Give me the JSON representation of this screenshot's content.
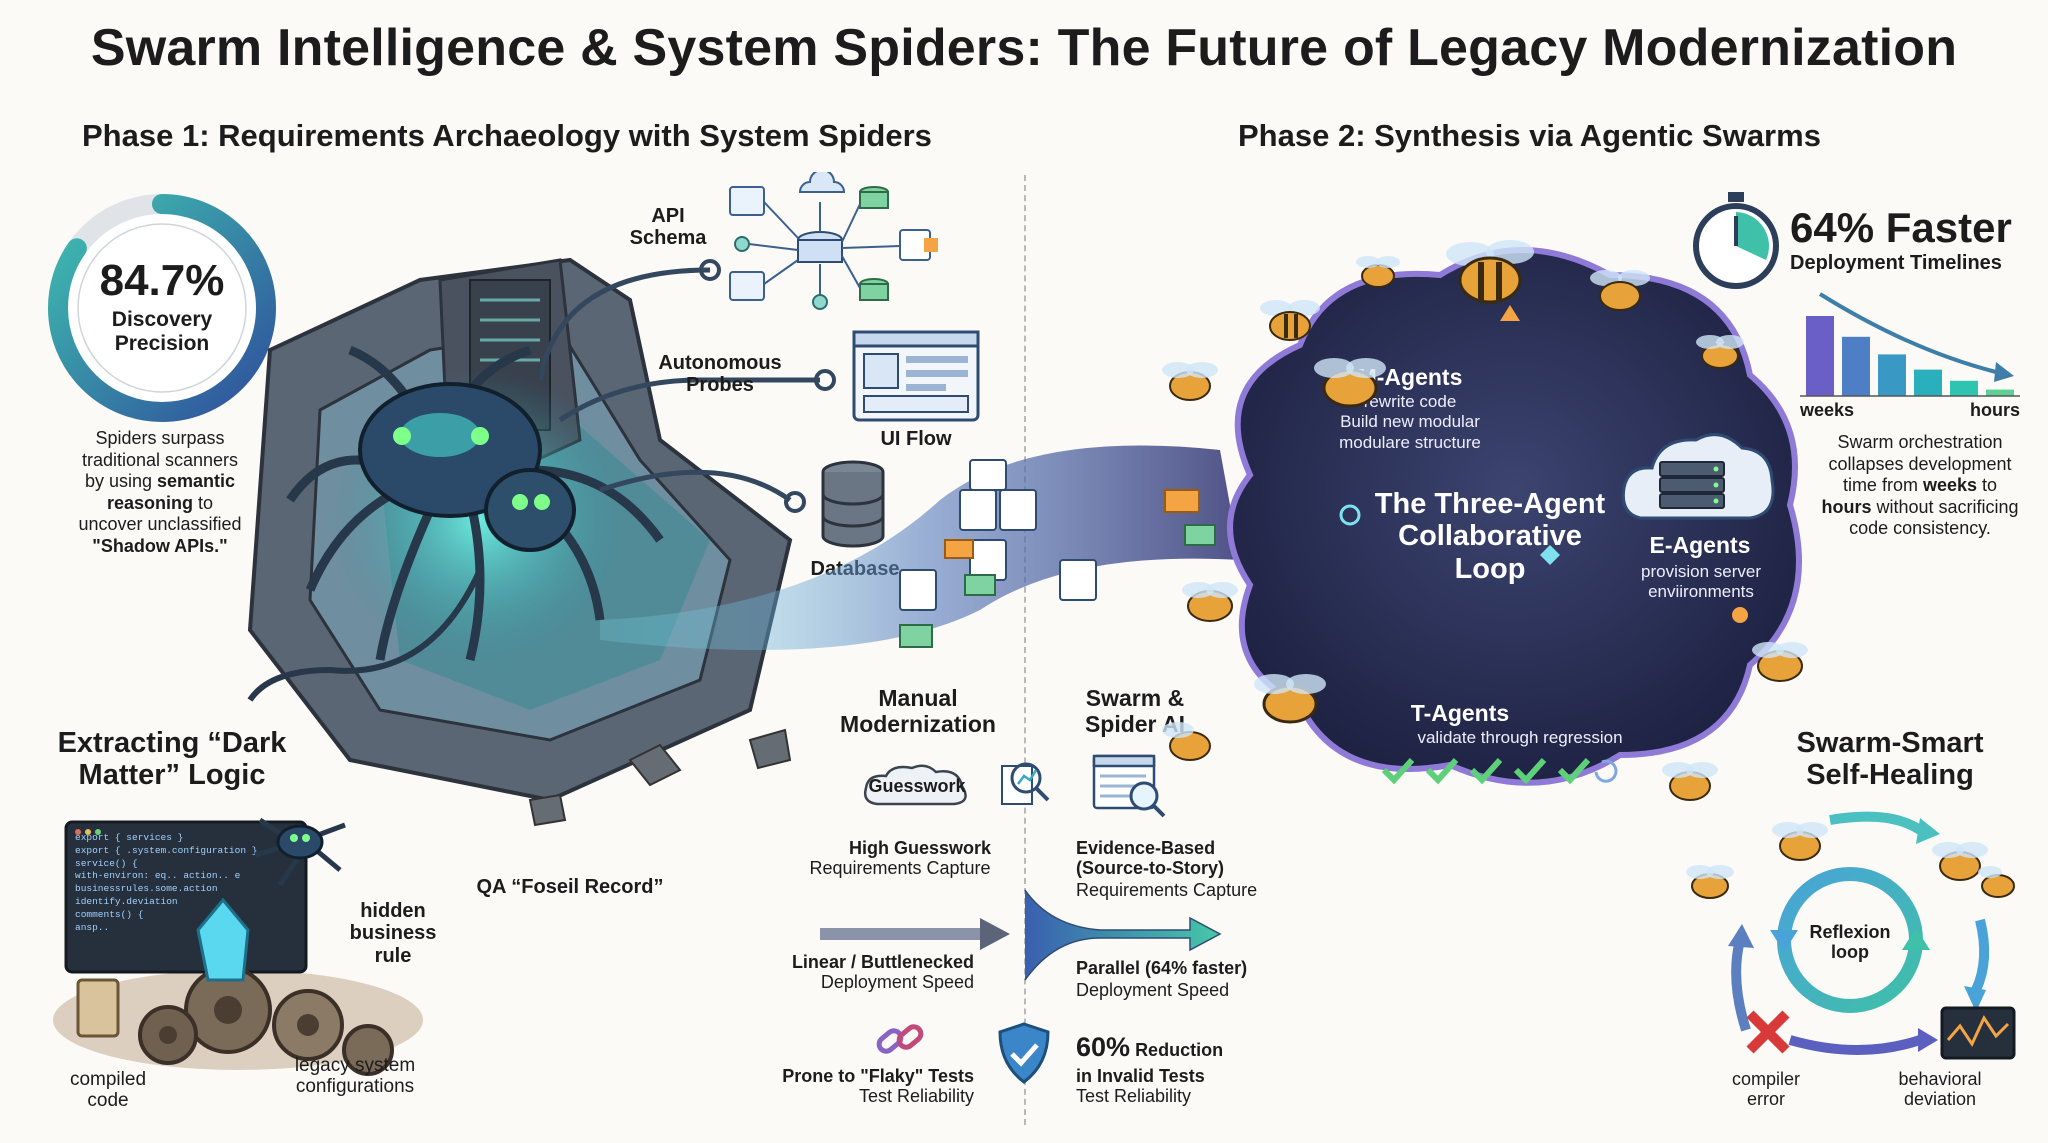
{
  "title": "Swarm Intelligence & System Spiders: The Future of Legacy Modernization",
  "phase1": {
    "heading": "Phase 1: Requirements Archaeology with System Spiders",
    "ring": {
      "value": "84.7%",
      "label": "Discovery Precision",
      "fraction": 0.847,
      "note_lines": [
        "Spiders surpass",
        "traditional scanners",
        "by using"
      ],
      "note_bold1": "semantic",
      "note_mid": "reasoning",
      "note_after": "to",
      "note_line5": "uncover unclassified",
      "note_bold2": "\"Shadow APIs.\""
    },
    "api_schema": "API Schema",
    "autonomous_probes": "Autonomous Probes",
    "ui_flow": "UI Flow",
    "database": "Database",
    "qa_record": "QA “Foseil Record”",
    "dark_matter": "Extracting “Dark Matter” Logic",
    "hidden_rule": "hidden business rule",
    "compiled_code": "compiled code",
    "legacy_configs": "legacy system configurations",
    "code_lines": [
      "export { services }",
      "export { .system.configuration }",
      "",
      "service() {",
      "  with-environ: eq.. action.. e",
      "  businessrules.some.action",
      "  identify.deviation",
      "",
      "comments() {",
      "  ansp.."
    ]
  },
  "comparison": {
    "manual_title": "Manual Modernization",
    "swarm_title": "Swarm & Spider AI",
    "guesswork_badge": "Guesswork",
    "high_guesswork": "High Guesswork",
    "req_capture_left": "Requirements Capture",
    "evidence_based": "Evidence-Based (Source-to-Story)",
    "req_capture_right": "Requirements Capture",
    "linear": "Linear / Buttlenecked",
    "deploy_speed_left": "Deployment Speed",
    "parallel": "Parallel (64% faster)",
    "deploy_speed_right": "Deployment Speed",
    "flaky": "Prone to \"Flaky\" Tests",
    "test_rel_left": "Test Reliability",
    "reduction_pct": "60%",
    "reduction_word": "Reduction",
    "invalid_tests": "in Invalid Tests",
    "test_rel_right": "Test Reliability"
  },
  "phase2": {
    "heading": "Phase 2: Synthesis via Agentic Swarms",
    "faster_value": "64% Faster",
    "faster_label": "Deployment Timelines",
    "chart_data": {
      "type": "bar",
      "categories": [
        "weeks",
        "",
        "",
        "",
        "",
        "hours"
      ],
      "values": [
        1.0,
        0.74,
        0.52,
        0.33,
        0.19,
        0.08
      ],
      "xlabel": "",
      "ylabel": "",
      "colors": [
        "#6a5fc7",
        "#4e7ec6",
        "#3a98c4",
        "#2ab0bc",
        "#2fc4b0",
        "#5fcf98"
      ]
    },
    "chart_note": {
      "l1": "Swarm orchestration",
      "l2": "collapses development",
      "l3a": "time from",
      "l3b": "weeks",
      "l3c": "to",
      "l4a": "hours",
      "l4b": "without sacrificing",
      "l5": "code consistency."
    },
    "loop_title": "The Three-Agent Collaborative Loop",
    "m_agents": "M-Agents",
    "m_desc1": "rewrite code",
    "m_desc2": "Build new modular",
    "m_desc3": "modulare structure",
    "e_agents": "E-Agents",
    "e_desc1": "provision server",
    "e_desc2": "enviironments",
    "t_agents": "T-Agents",
    "t_desc": "validate through regression",
    "self_healing": "Swarm-Smart Self-Healing",
    "reflexion": "Reflexion loop",
    "compiler_error": "compiler error",
    "behavioral_deviation": "behavioral deviation"
  }
}
